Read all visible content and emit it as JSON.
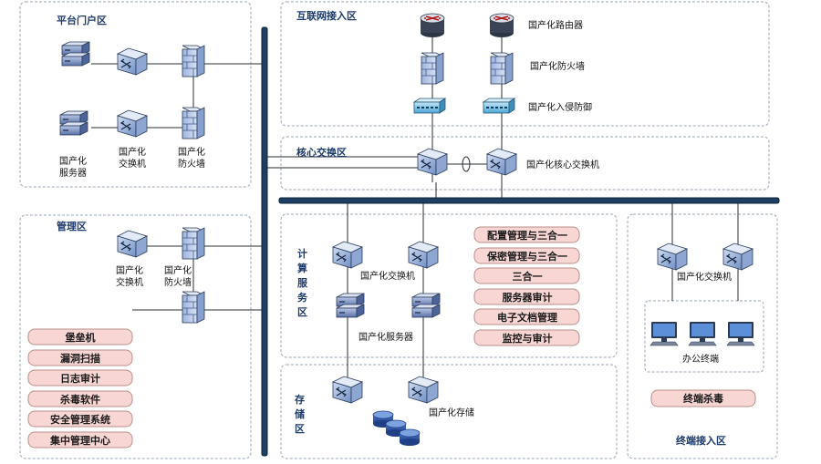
{
  "zones": {
    "portal": "平台门户区",
    "management": "管理区",
    "internet": "互联网接入区",
    "core": "核心交换区",
    "compute": [
      "计",
      "算",
      "服",
      "务",
      "区"
    ],
    "storage": [
      "存",
      "储",
      "区"
    ],
    "terminal": "终端接入区"
  },
  "labels": {
    "portal_server": [
      "国产化",
      "服务器"
    ],
    "portal_switch": [
      "国产化",
      "交换机"
    ],
    "portal_firewall": [
      "国产化",
      "防火墙"
    ],
    "mgmt_switch": [
      "国产化",
      "交换机"
    ],
    "mgmt_firewall": [
      "国产化",
      "防火墙"
    ],
    "router": "国产化路由器",
    "internet_firewall": "国产化防火墙",
    "ips": "国产化入侵防御",
    "core_switch": "国产化核心交换机",
    "compute_switch": "国产化交换机",
    "compute_server": "国产化服务器",
    "storage": "国产化存储",
    "terminal_switch": "国产化交换机",
    "office_terminal": "办公终端"
  },
  "mgmt_items": [
    "堡垒机",
    "漏洞扫描",
    "日志审计",
    "杀毒软件",
    "安全管理系统",
    "集中管理中心"
  ],
  "compute_items": [
    "配置管理与三合一",
    "保密管理与三合一",
    "三合一",
    "服务器审计",
    "电子文档管理",
    "监控与审计"
  ],
  "terminal_items": [
    "终端杀毒"
  ]
}
